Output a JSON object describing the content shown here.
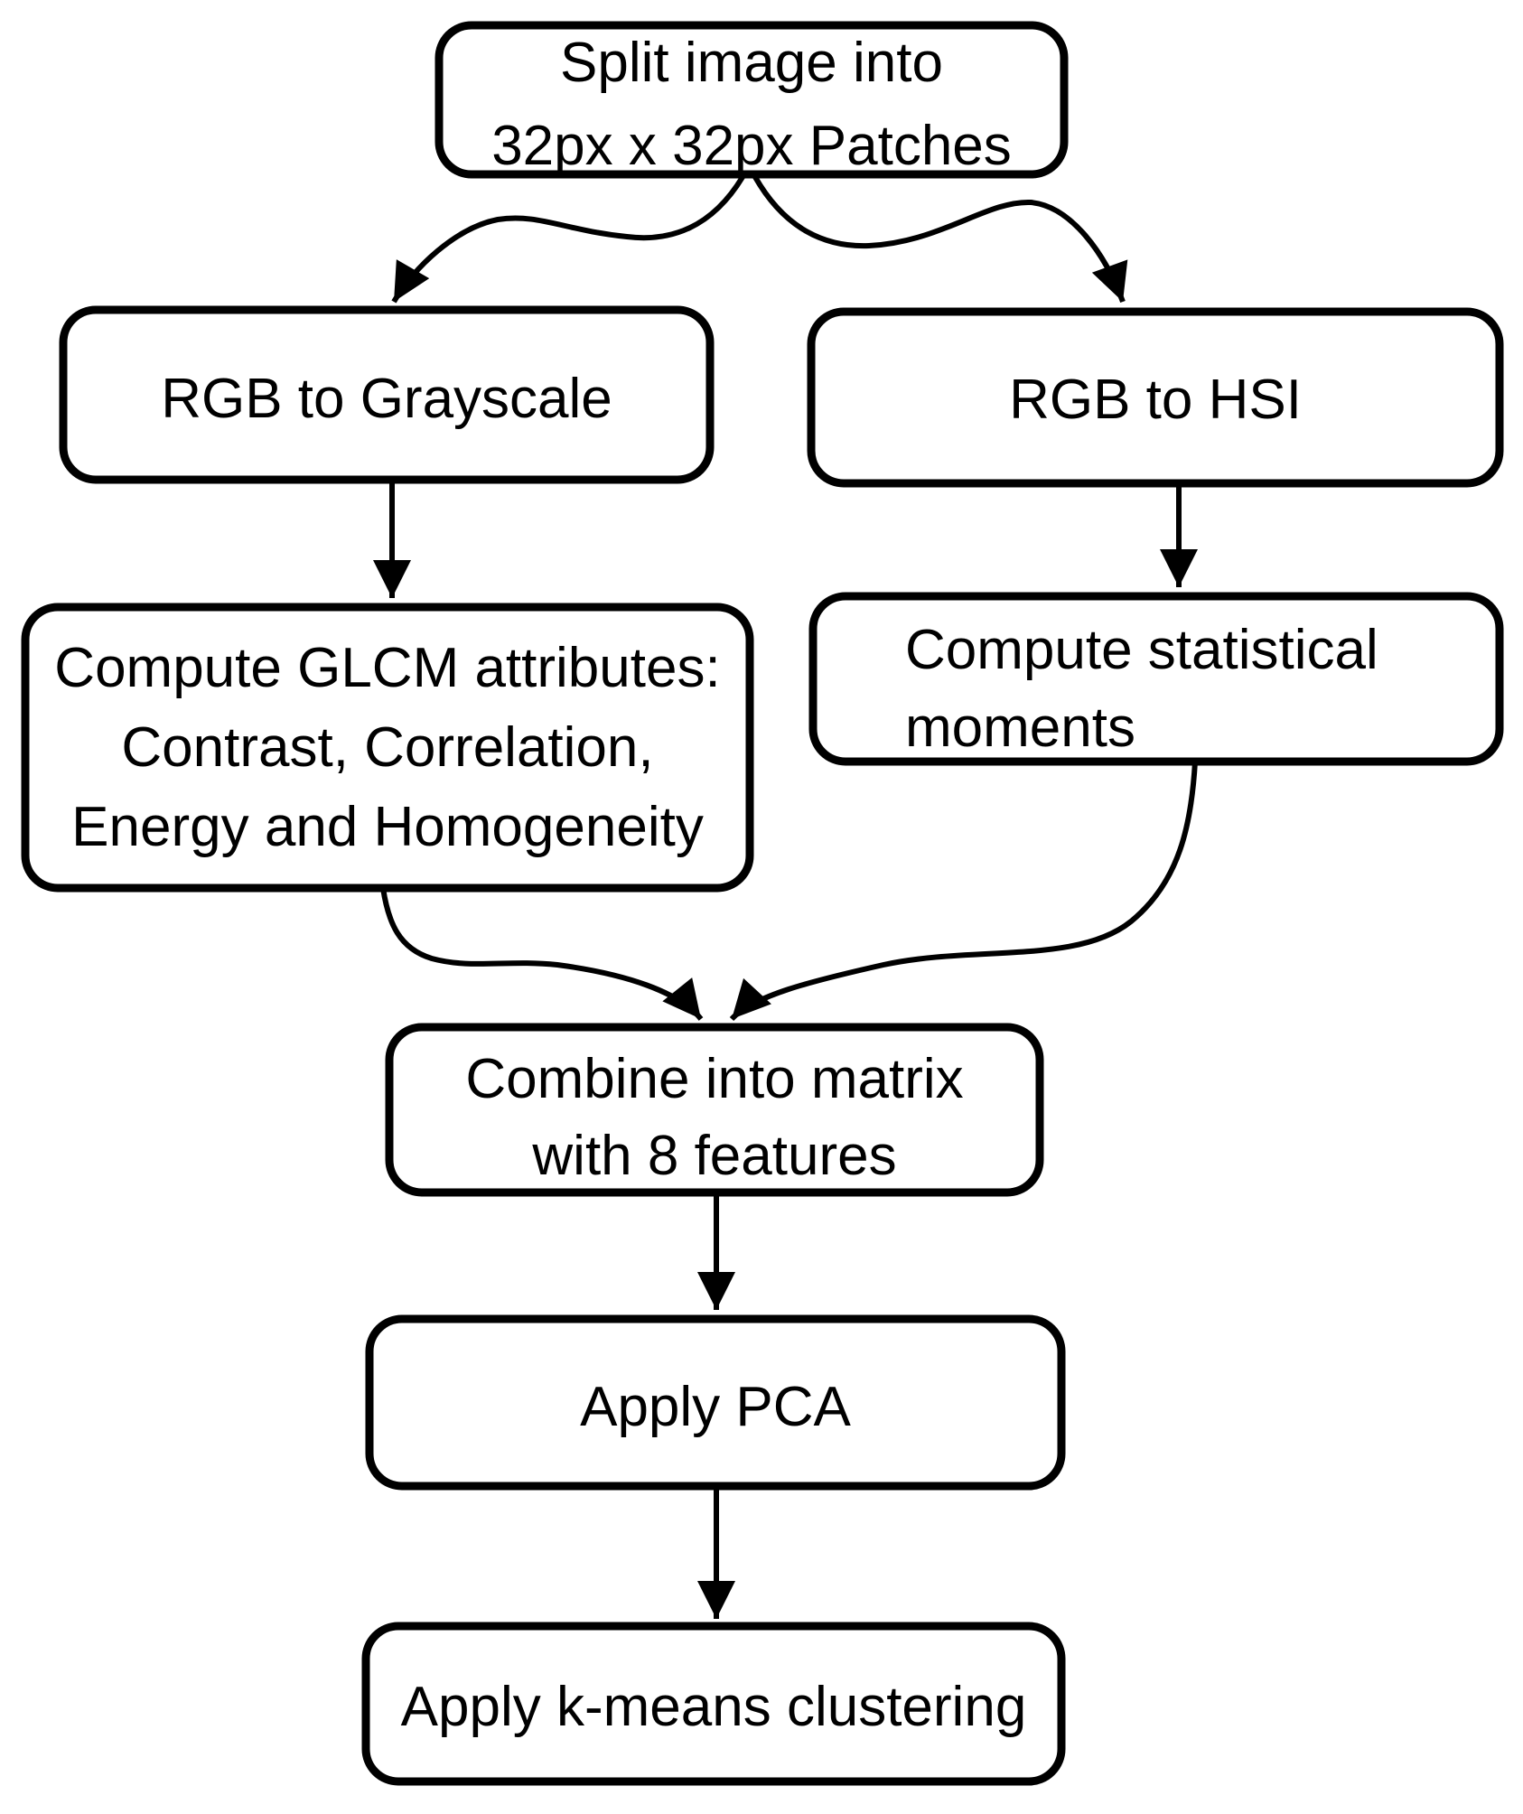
{
  "diagram": {
    "title": "Feature extraction and clustering flowchart",
    "colors": {
      "stroke": "#000000",
      "node_fill": "#ffffff",
      "background": "#ffffff"
    },
    "nodes": {
      "split": {
        "lines": [
          "Split image into",
          "32px x 32px Patches"
        ]
      },
      "grayscale": {
        "lines": [
          "RGB to Grayscale"
        ]
      },
      "hsi": {
        "lines": [
          "RGB to HSI"
        ]
      },
      "glcm": {
        "lines": [
          "Compute GLCM attributes:",
          "Contrast, Correlation,",
          "Energy and Homogeneity"
        ]
      },
      "moments": {
        "lines": [
          "Compute statistical",
          "moments"
        ]
      },
      "combine": {
        "lines": [
          "Combine into matrix",
          "with 8 features"
        ]
      },
      "pca": {
        "lines": [
          "Apply PCA"
        ]
      },
      "kmeans": {
        "lines": [
          "Apply k-means clustering"
        ]
      }
    },
    "edges": [
      {
        "from": "split",
        "to": "grayscale"
      },
      {
        "from": "split",
        "to": "hsi"
      },
      {
        "from": "grayscale",
        "to": "glcm"
      },
      {
        "from": "hsi",
        "to": "moments"
      },
      {
        "from": "glcm",
        "to": "combine"
      },
      {
        "from": "moments",
        "to": "combine"
      },
      {
        "from": "combine",
        "to": "pca"
      },
      {
        "from": "pca",
        "to": "kmeans"
      }
    ]
  }
}
